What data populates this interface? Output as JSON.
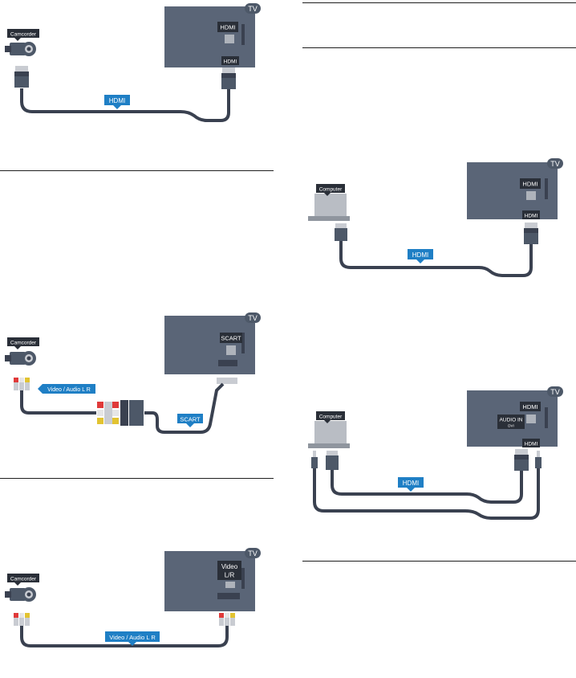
{
  "colors": {
    "tv": "#5a6577",
    "device": "#4d5868",
    "cable": "#3a4150",
    "plug_light": "#c9ccd2",
    "label_dark": "#2a2f38",
    "label_blue": "#1f7fc5",
    "rca_red": "#e03a3a",
    "rca_white": "#e6e6e6",
    "rca_yellow": "#e2c331"
  },
  "diagrams": [
    {
      "id": "camcorder-hdmi",
      "device_label": "Camcorder",
      "tv_badge": "TV",
      "port_label": "HDMI",
      "plug_label": "HDMI",
      "cable_label": "HDMI"
    },
    {
      "id": "camcorder-scart",
      "device_label": "Camcorder",
      "tv_badge": "TV",
      "port_label": "SCART",
      "cable_label": "Video / Audio L R",
      "adapter_label": "SCART"
    },
    {
      "id": "camcorder-video-audio",
      "device_label": "Camcorder",
      "tv_badge": "TV",
      "port_label_line1": "Video",
      "port_label_line2": "L/R",
      "cable_label": "Video / Audio L R"
    },
    {
      "id": "computer-hdmi",
      "device_label": "Computer",
      "tv_badge": "TV",
      "port_label": "HDMI",
      "plug_label": "HDMI",
      "cable_label": "HDMI"
    },
    {
      "id": "computer-dvi-audio",
      "device_label": "Computer",
      "tv_badge": "TV",
      "port_label": "HDMI",
      "audio_label": "AUDIO IN",
      "audio_sub_label": "DVI",
      "plug_label": "HDMI",
      "cable_label": "HDMI"
    }
  ]
}
